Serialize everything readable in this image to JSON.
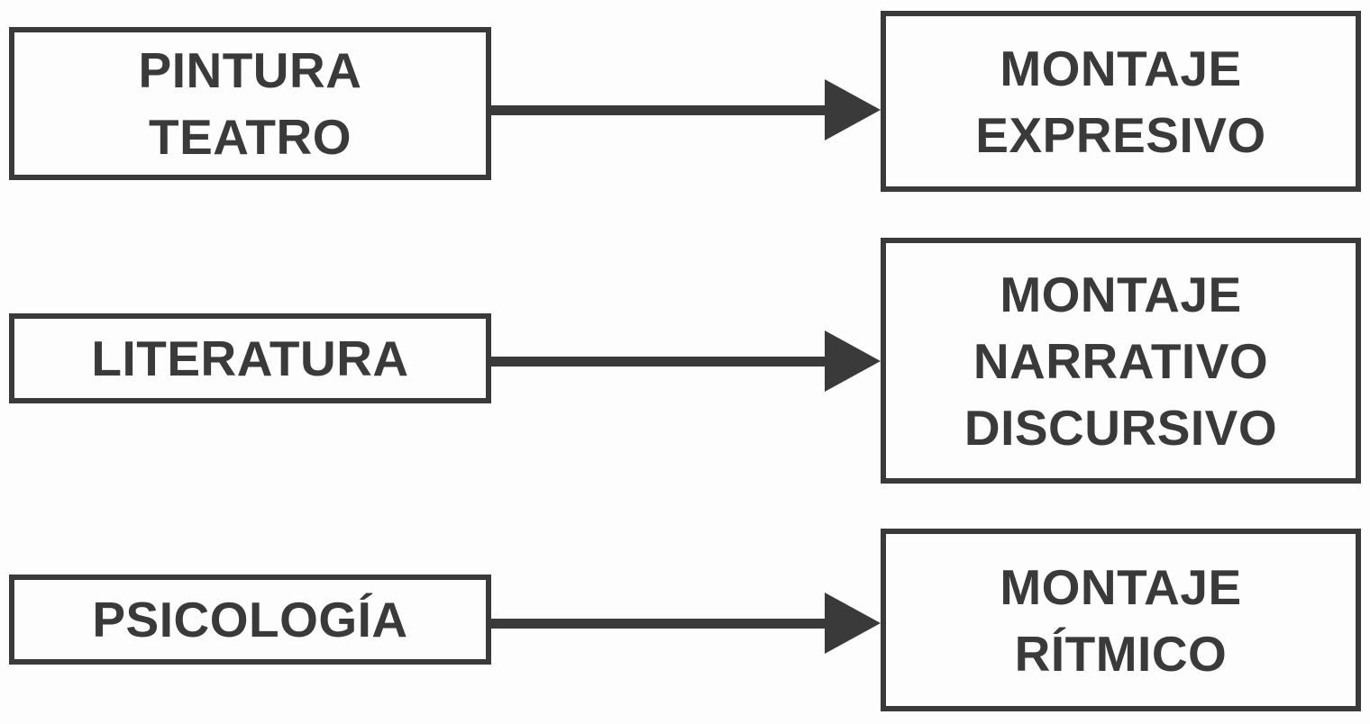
{
  "diagram": {
    "description": "Flow diagram mapping source disciplines to montage types",
    "rows": [
      {
        "source": {
          "lines": [
            "PINTURA",
            "TEATRO"
          ]
        },
        "arrow": "right-arrow",
        "target": {
          "lines": [
            "MONTAJE",
            "EXPRESIVO"
          ]
        }
      },
      {
        "source": {
          "lines": [
            "LITERATURA"
          ]
        },
        "arrow": "right-arrow",
        "target": {
          "lines": [
            "MONTAJE",
            "NARRATIVO",
            "DISCURSIVO"
          ]
        }
      },
      {
        "source": {
          "lines": [
            "PSICOLOGÍA"
          ]
        },
        "arrow": "right-arrow",
        "target": {
          "lines": [
            "MONTAJE",
            "RÍTMICO"
          ]
        }
      }
    ],
    "colors": {
      "ink": "#3a3a3a",
      "background": "#fdfdfd"
    }
  }
}
